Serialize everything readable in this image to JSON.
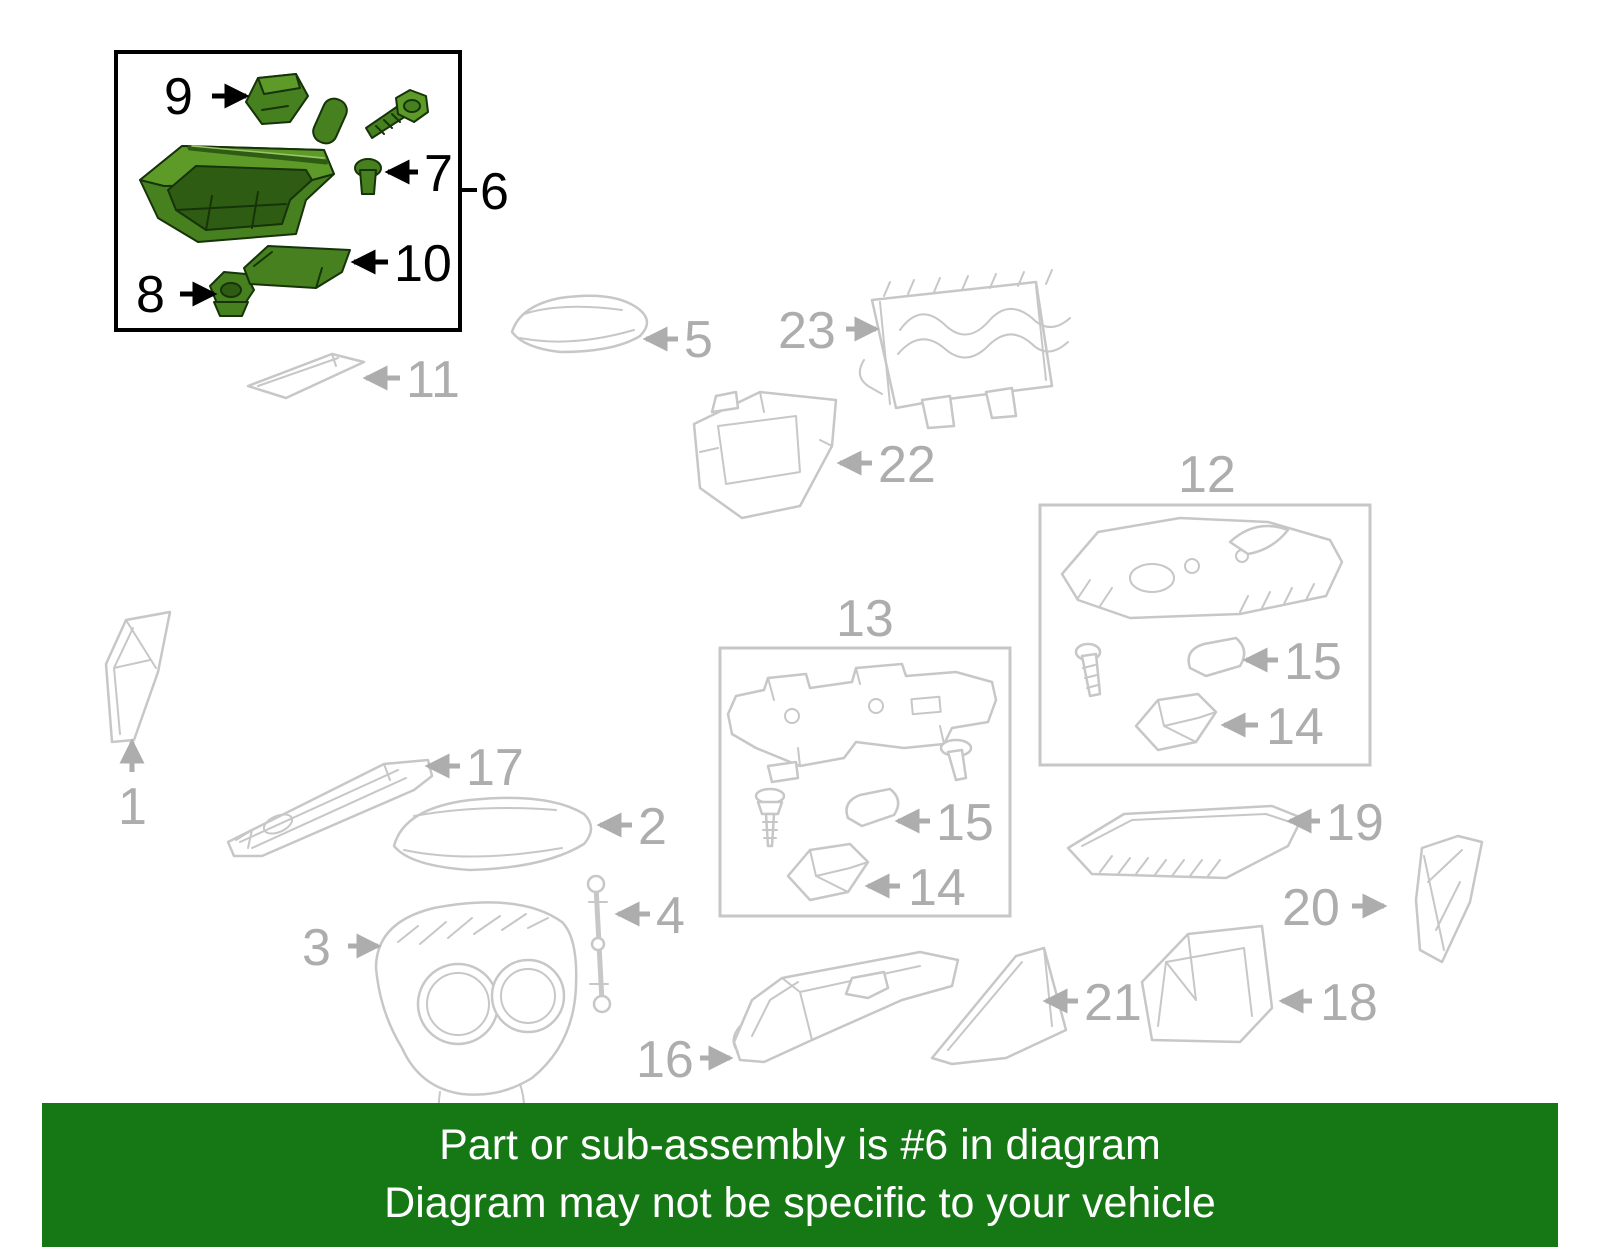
{
  "colors": {
    "highlight_green": "#47801f",
    "highlight_green_dark": "#2f5c13",
    "highlight_green_light": "#5d9a28",
    "banner_green": "#157815",
    "diagram_gray": "#c7c7c7",
    "label_gray": "#adadad",
    "label_black": "#000000"
  },
  "callouts": {
    "part1": "1",
    "part2": "2",
    "part3": "3",
    "part4": "4",
    "part5": "5",
    "part6": "6",
    "part7": "7",
    "part8": "8",
    "part9": "9",
    "part10": "10",
    "part11": "11",
    "part12": "12",
    "part13": "13",
    "part14_box12": "14",
    "part15_box12": "15",
    "part14_box13": "14",
    "part15_box13": "15",
    "part16": "16",
    "part17": "17",
    "part18": "18",
    "part19": "19",
    "part20": "20",
    "part21": "21",
    "part22": "22",
    "part23": "23"
  },
  "banner": {
    "line1": "Part or sub-assembly is #6 in diagram",
    "line2": "Diagram may not be specific to your vehicle"
  }
}
